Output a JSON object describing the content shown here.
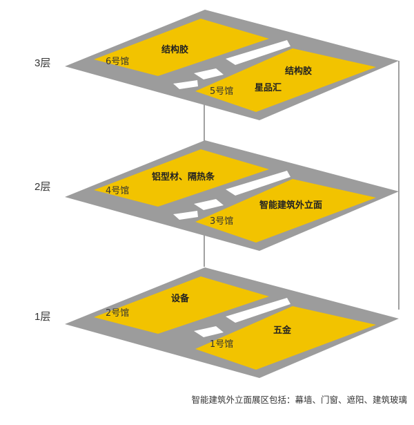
{
  "colors": {
    "platform": "#9c9c9c",
    "hall": "#f2c300",
    "corridor": "#ffffff",
    "connector": "#a0a0a0"
  },
  "floors": [
    {
      "label": "3层",
      "halls": [
        {
          "number": "6号馆",
          "categories": [
            "结构胶"
          ]
        },
        {
          "number": "5号馆",
          "categories": [
            "结构胶",
            "星品汇"
          ]
        }
      ]
    },
    {
      "label": "2层",
      "halls": [
        {
          "number": "4号馆",
          "categories": [
            "铝型材、隔热条"
          ]
        },
        {
          "number": "3号馆",
          "categories": [
            "智能建筑外立面"
          ]
        }
      ]
    },
    {
      "label": "1层",
      "halls": [
        {
          "number": "2号馆",
          "categories": [
            "设备"
          ]
        },
        {
          "number": "1号馆",
          "categories": [
            "五金"
          ]
        }
      ]
    }
  ],
  "footnote": "智能建筑外立面展区包括：幕墙、门窗、遮阳、建筑玻璃"
}
